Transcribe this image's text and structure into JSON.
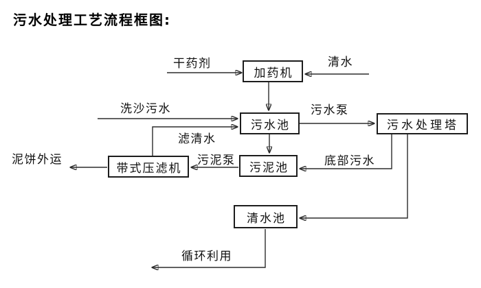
{
  "title": "污水处理工艺流程框图:",
  "colors": {
    "background": "#ffffff",
    "line": "#2b2b2b",
    "text": "#000000"
  },
  "diagram": {
    "type": "flowchart",
    "nodes": [
      {
        "id": "dosing-machine",
        "label": "加药机"
      },
      {
        "id": "sewage-pool",
        "label": "污水池"
      },
      {
        "id": "sewage-treatment-tower",
        "label": "污水处理塔"
      },
      {
        "id": "sludge-pool",
        "label": "污泥池"
      },
      {
        "id": "belt-filter-press",
        "label": "带式压滤机"
      },
      {
        "id": "clean-water-pool",
        "label": "清水池"
      }
    ],
    "flow_labels": [
      {
        "id": "dry-chemical",
        "label": "干药剂"
      },
      {
        "id": "clean-water-in",
        "label": "清水"
      },
      {
        "id": "sand-washing-sewage",
        "label": "洗沙污水"
      },
      {
        "id": "sewage-pump",
        "label": "污水泵"
      },
      {
        "id": "filtered-clear-water",
        "label": "滤清水"
      },
      {
        "id": "sludge-pump",
        "label": "污泥泵"
      },
      {
        "id": "bottom-sewage",
        "label": "底部污水"
      },
      {
        "id": "mud-cake-shipped-out",
        "label": "泥饼外运"
      },
      {
        "id": "recycled-use",
        "label": "循环利用"
      }
    ],
    "edges": [
      {
        "from": "干药剂",
        "to": "加药机",
        "label": ""
      },
      {
        "from": "清水",
        "to": "加药机",
        "label": ""
      },
      {
        "from": "加药机",
        "to": "污水池",
        "label": ""
      },
      {
        "from": "洗沙污水",
        "to": "污水池",
        "label": ""
      },
      {
        "from": "带式压滤机",
        "to": "污水池",
        "label": "滤清水"
      },
      {
        "from": "污水池",
        "to": "污水处理塔",
        "label": "污水泵"
      },
      {
        "from": "污水池",
        "to": "污泥池",
        "label": ""
      },
      {
        "from": "污水处理塔",
        "to": "污泥池",
        "label": "底部污水"
      },
      {
        "from": "污泥池",
        "to": "带式压滤机",
        "label": "污泥泵"
      },
      {
        "from": "带式压滤机",
        "to": "泥饼外运",
        "label": ""
      },
      {
        "from": "污水处理塔",
        "to": "清水池",
        "label": ""
      },
      {
        "from": "清水池",
        "to": "循环利用",
        "label": ""
      }
    ]
  }
}
